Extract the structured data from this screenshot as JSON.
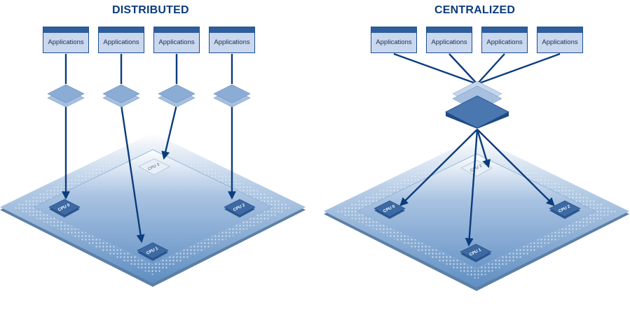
{
  "titles": {
    "left": "DISTRIBUTED",
    "right": "CENTRALIZED"
  },
  "left_apps": [
    "Applications",
    "Applications",
    "Applications",
    "Applications"
  ],
  "right_apps": [
    "Applications",
    "Applications",
    "Applications",
    "Applications"
  ],
  "left_cpus": [
    "CPU 0",
    "CPU 1",
    "CPU 2",
    "CPU 3"
  ],
  "right_cpus": [
    "CPU 0",
    "CPU 1",
    "CPU 2",
    "CPU 3"
  ],
  "colors": {
    "title": "#0b3c7c",
    "arrow": "#0b3c7c",
    "app_bar": "#2d5f9e",
    "app_fill": "#c9d8ee",
    "chip": "#3d6aa4",
    "board": "#8fb0d4"
  }
}
